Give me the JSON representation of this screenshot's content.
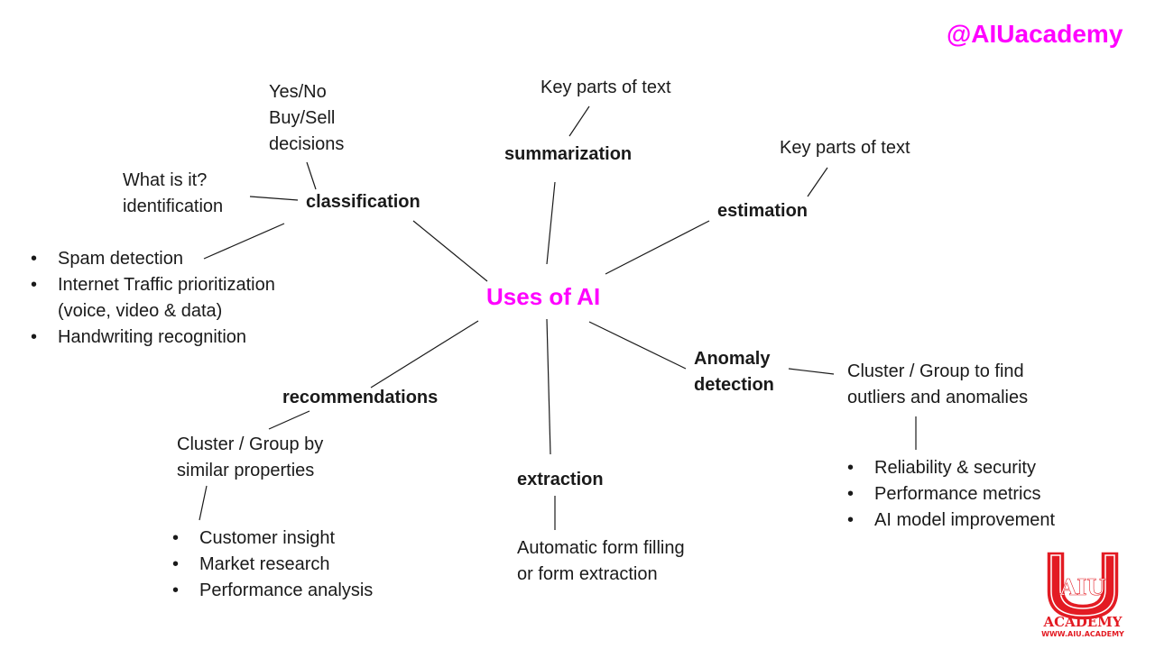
{
  "handle": "@AIUacademy",
  "center": "Uses of AI",
  "classification": {
    "label": "classification",
    "yes_no": "Yes/No",
    "buy_sell": "Buy/Sell",
    "decisions": "decisions",
    "what_is_it": "What is it?",
    "identification": "identification",
    "examples": [
      "Spam detection",
      "Internet Traffic prioritization",
      "Handwriting recognition"
    ],
    "traffic_detail": "(voice, video & data)"
  },
  "summarization": {
    "label": "summarization",
    "note": "Key parts of text"
  },
  "estimation": {
    "label": "estimation",
    "note": "Key parts of text"
  },
  "anomaly": {
    "label_line1": "Anomaly",
    "label_line2": "detection",
    "desc_line1": "Cluster / Group to find",
    "desc_line2": "outliers and anomalies",
    "examples": [
      "Reliability & security",
      "Performance metrics",
      "AI model improvement"
    ]
  },
  "recommendations": {
    "label": "recommendations",
    "desc_line1": "Cluster / Group by",
    "desc_line2": "similar properties",
    "examples": [
      "Customer insight",
      "Market research",
      "Performance analysis"
    ]
  },
  "extraction": {
    "label": "extraction",
    "desc_line1": "Automatic form filling",
    "desc_line2": "or form extraction"
  },
  "logo": {
    "letters": "AIU",
    "name": "ACADEMY",
    "url": "WWW.AIU.ACADEMY",
    "color": "#e31b23"
  },
  "colors": {
    "accent": "#ff00ff",
    "text": "#1a1a1a",
    "logo": "#e31b23"
  }
}
